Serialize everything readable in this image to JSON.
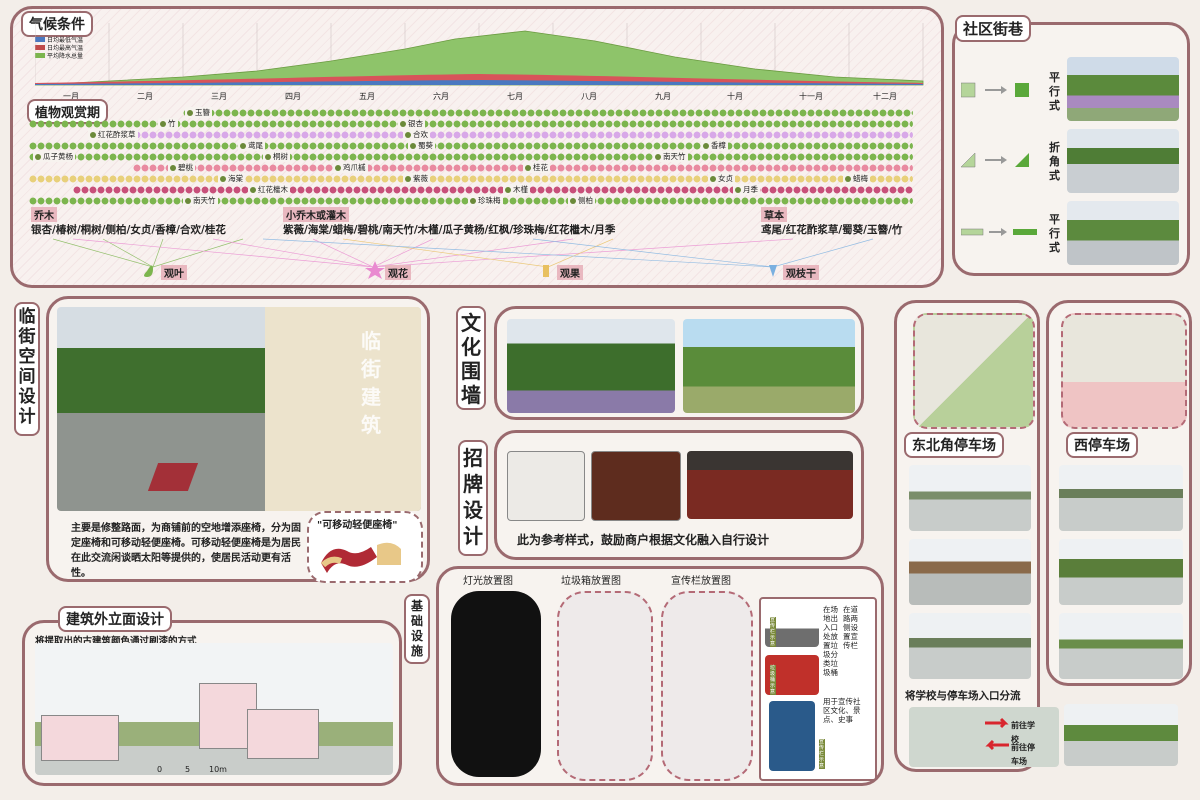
{
  "climate": {
    "title": "气候条件",
    "legend": [
      "日均最低气温",
      "日均最高气温",
      "平均降水总量"
    ],
    "months": [
      "一月",
      "二月",
      "三月",
      "四月",
      "五月",
      "六月",
      "七月",
      "八月",
      "九月",
      "十月",
      "十一月",
      "十二月"
    ]
  },
  "flowering": {
    "title": "植物观赏期",
    "plants": [
      "玉簪",
      "竹",
      "银杏",
      "红花酢浆草",
      "合欢",
      "鸢尾",
      "香樟",
      "瓜子黄杨",
      "桐树",
      "蜀葵",
      "南天竹",
      "碧桃",
      "鸡爪槭",
      "紫薇",
      "桂花",
      "海棠",
      "红花檵木",
      "女贞",
      "蜡梅",
      "南天竹",
      "木槿",
      "月季",
      "珍珠梅",
      "侧柏"
    ],
    "categories": {
      "tree": "乔木",
      "tree_list": "银杏/椿树/桐树/侧柏/女贞/香樟/合欢/桂花",
      "shrub": "小乔木或灌木",
      "shrub_list": "紫薇/海棠/蜡梅/碧桃/南天竹/木槿/瓜子黄杨/红枫/珍珠梅/红花檵木/月季",
      "herb": "草本",
      "herb_list": "鸢尾/红花酢浆草/蜀葵/玉簪/竹"
    },
    "uses": [
      "观叶",
      "观花",
      "观果",
      "观枝干"
    ]
  },
  "streets": {
    "title": "社区街巷",
    "types": [
      "平行式",
      "折角式",
      "平行式"
    ]
  },
  "street_space": {
    "title": "临街空间设计",
    "sign_text": "临街建筑",
    "desc": "主要是修整路面，为商铺前的空地增添座椅，分为固定座椅和可移动轻便座椅。可移动轻便座椅是为居民在此交流闲谈晒太阳等提供的，使居民活动更有活性。",
    "bench_label": "可移动轻便座椅"
  },
  "culture_wall": {
    "title": "文化围墙"
  },
  "signboard": {
    "title": "招牌设计",
    "note": "此为参考样式，鼓励商户根据文化融入自行设计"
  },
  "infrastructure": {
    "title": "基础设施",
    "maps": [
      "灯光放置图",
      "垃圾箱放置图",
      "宣传栏放置图"
    ],
    "notes": [
      "在场地出入口处放置垃圾分类垃圾桶",
      "在道路两侧设置宣传栏",
      "用于宣传社区文化、景点、史事"
    ],
    "small_labels": [
      "宣传栏示意",
      "垃圾桶示意",
      "宣传栏示意"
    ]
  },
  "facade": {
    "title": "建筑外立面设计",
    "desc": "将提取出的古建筑颜色通过刷漆的方式运用在建筑上。鼓励住户门前的两侧空地可根据个人喜好种植绿植。",
    "scale": [
      "0",
      "5",
      "10m"
    ]
  },
  "parking_ne": {
    "title": "东北角停车场"
  },
  "parking_w": {
    "title": "西停车场"
  },
  "flow": {
    "title": "将学校与停车场入口分流",
    "to_school": "前往学校",
    "to_parking": "前往停车场"
  },
  "colors": {
    "border": "#9a6a6e",
    "pink": "#e9b8c0",
    "green": "#7cb54e"
  }
}
